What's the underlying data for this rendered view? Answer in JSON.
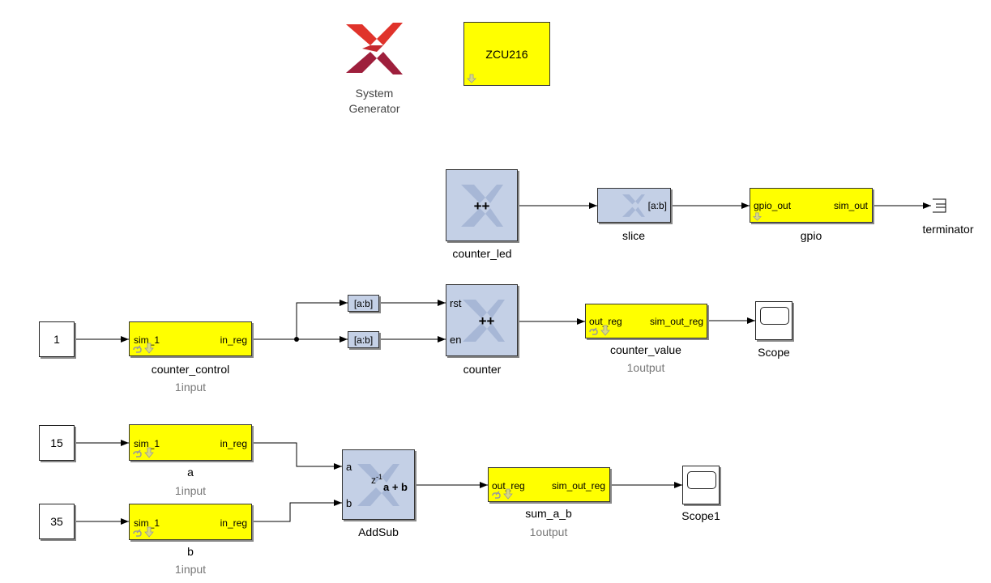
{
  "sysgen": {
    "label_line1": "System",
    "label_line2": "Generator",
    "logo_colors": [
      "#e0332b",
      "#9e1f3c"
    ]
  },
  "board": {
    "name": "ZCU216"
  },
  "colors": {
    "gateway": "#ffff00",
    "xilinx_block": "#c4d0e6",
    "wire": "#000000",
    "subtitle": "#777777"
  },
  "blocks": {
    "counter_led": {
      "name": "counter_led",
      "symbol": "++"
    },
    "slice": {
      "name": "slice",
      "text": "[a:b]"
    },
    "gpio": {
      "name": "gpio",
      "in_port": "gpio_out",
      "out_port": "sim_out"
    },
    "terminator": {
      "name": "terminator"
    },
    "const_1": {
      "value": "1"
    },
    "counter_control": {
      "name": "counter_control",
      "sub": "1input",
      "in_port": "sim_1",
      "out_port": "in_reg"
    },
    "slice_rst": {
      "text": "[a:b]"
    },
    "slice_en": {
      "text": "[a:b]"
    },
    "counter": {
      "name": "counter",
      "symbol": "++",
      "port_rst": "rst",
      "port_en": "en"
    },
    "counter_value": {
      "name": "counter_value",
      "sub": "1output",
      "in_port": "out_reg",
      "out_port": "sim_out_reg"
    },
    "scope": {
      "name": "Scope"
    },
    "const_15": {
      "value": "15"
    },
    "a": {
      "name": "a",
      "sub": "1input",
      "in_port": "sim_1",
      "out_port": "in_reg"
    },
    "const_35": {
      "value": "35"
    },
    "b": {
      "name": "b",
      "sub": "1input",
      "in_port": "sim_1",
      "out_port": "in_reg"
    },
    "addsub": {
      "name": "AddSub",
      "port_a": "a",
      "port_b": "b",
      "delay": "z",
      "delay_exp": "-1",
      "op": "a + b"
    },
    "sum_a_b": {
      "name": "sum_a_b",
      "sub": "1output",
      "in_port": "out_reg",
      "out_port": "sim_out_reg"
    },
    "scope1": {
      "name": "Scope1"
    }
  }
}
